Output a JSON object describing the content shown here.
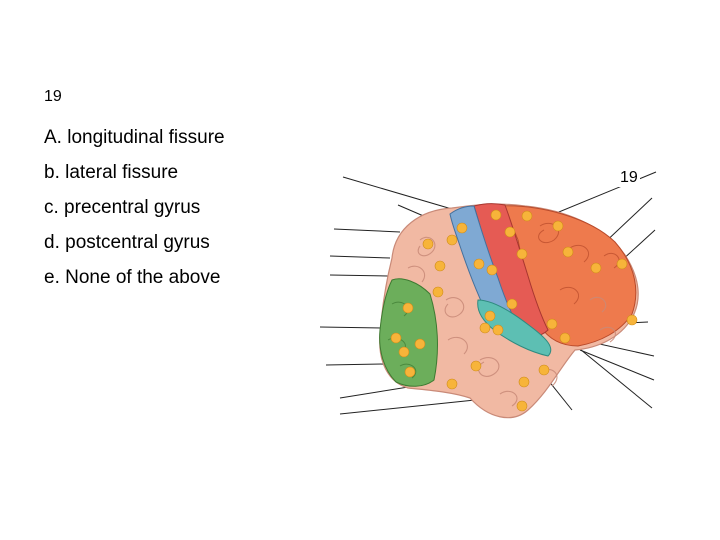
{
  "slide": {
    "number": "19"
  },
  "question": {
    "options": [
      "A. longitudinal fissure",
      "b. lateral fissure",
      "c. precentral gyrus",
      "d. postcentral gyrus",
      "e. None of the above"
    ]
  },
  "figure": {
    "label": "19",
    "colors": {
      "background": "#ffffff",
      "brain": "#f1b9a3",
      "frontal": "#ee7a4d",
      "precentral": "#e55b54",
      "postcentral": "#7fa9d3",
      "occipital": "#6cae5b",
      "insula": "#5dbfb3",
      "marker": "#f7b43a",
      "leader_line": "#222222"
    }
  }
}
